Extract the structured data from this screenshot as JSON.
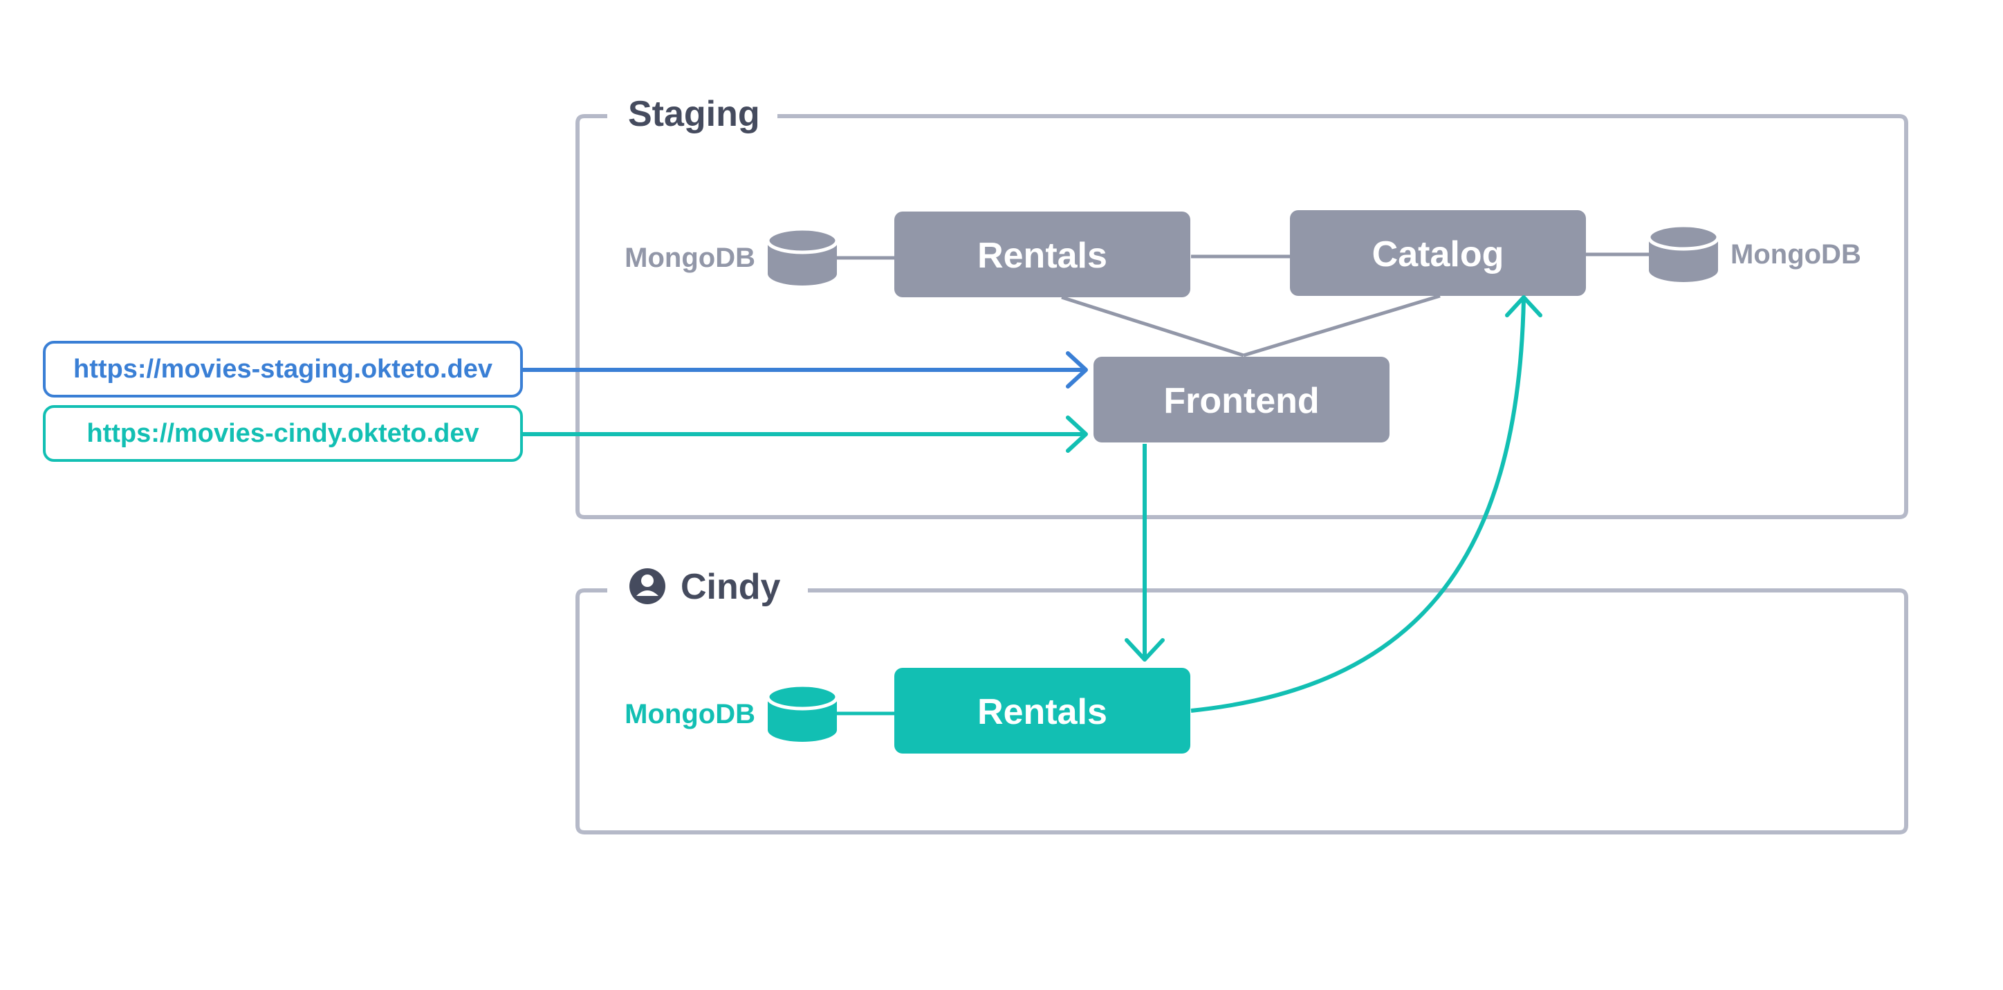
{
  "colors": {
    "frame": "#b5b9c8",
    "title": "#454b5e",
    "service_gray": "#9297a8",
    "connector_gray": "#9297a8",
    "teal": "#12bfb3",
    "blue": "#3a7fd5",
    "white": "#ffffff"
  },
  "environments": {
    "staging": {
      "title": "Staging",
      "icon": "",
      "services": {
        "rentals": "Rentals",
        "catalog": "Catalog",
        "frontend": "Frontend"
      },
      "databases": {
        "rentals_db": "MongoDB",
        "catalog_db": "MongoDB"
      }
    },
    "cindy": {
      "title": "Cindy",
      "icon": "user-avatar-icon",
      "services": {
        "rentals": "Rentals"
      },
      "databases": {
        "rentals_db": "MongoDB"
      }
    }
  },
  "endpoints": {
    "staging_url": "https://movies-staging.okteto.dev",
    "cindy_url": "https://movies-cindy.okteto.dev"
  }
}
